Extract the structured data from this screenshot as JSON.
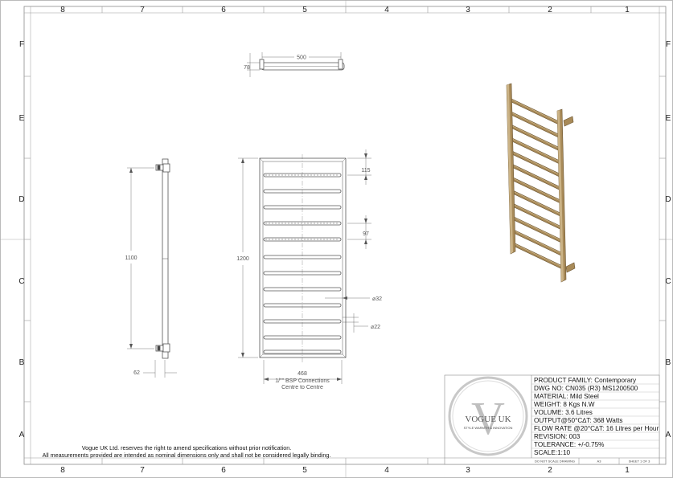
{
  "zones": {
    "columns": [
      "8",
      "7",
      "6",
      "5",
      "4",
      "3",
      "2",
      "1"
    ],
    "rows": [
      "F",
      "E",
      "D",
      "C",
      "B",
      "A"
    ]
  },
  "dimensions": {
    "top_width": "500",
    "top_depth": "78",
    "side_height": "1100",
    "side_depth": "62",
    "front_height": "1200",
    "spacing_top": "115",
    "spacing_mid": "97",
    "tube_large": "⌀32",
    "tube_small": "⌀22",
    "centres": "468",
    "bsp_line1": "1/\"\" BSP Connections",
    "bsp_line2": "Centre to Centre"
  },
  "notes": {
    "line1": "Vogue UK Ltd. reserves the right to amend specifications without prior notification.",
    "line2": "All measurements provided are intended as nominal dimensions only and shall not be considered legally binding."
  },
  "logo": {
    "letter": "V",
    "name": "VOGUE UK",
    "tagline": "STYLE WARMTH & INNOVATION"
  },
  "title_block": {
    "product_family": "PRODUCT FAMILY: Contemporary",
    "dwg_no": "DWG NO: CN035 (R3) MS1200500",
    "material": "MATERIAL: Mild Steel",
    "weight": "WEIGHT: 8 Kgs N.W",
    "volume": "VOLUME: 3.6 Litres",
    "output": "OUTPUT@50°C∆T: 368 Watts",
    "flow_rate": "FLOW RATE @20°C∆T: 16 Litres per Hour",
    "revision": "REVISION: 003",
    "tolerance": "TOLERANCE: +/-0.75%",
    "scale": "SCALE:1:10",
    "footer_left": "DO NOT SCALE DRAWING",
    "footer_mid": "A3",
    "footer_right": "SHEET 1 OF 3"
  },
  "colors": {
    "frame": "#9a9a9a",
    "line": "#555555",
    "bronze": "#a88a58",
    "bronze_dark": "#6b5430",
    "bronze_light": "#cbb386"
  }
}
